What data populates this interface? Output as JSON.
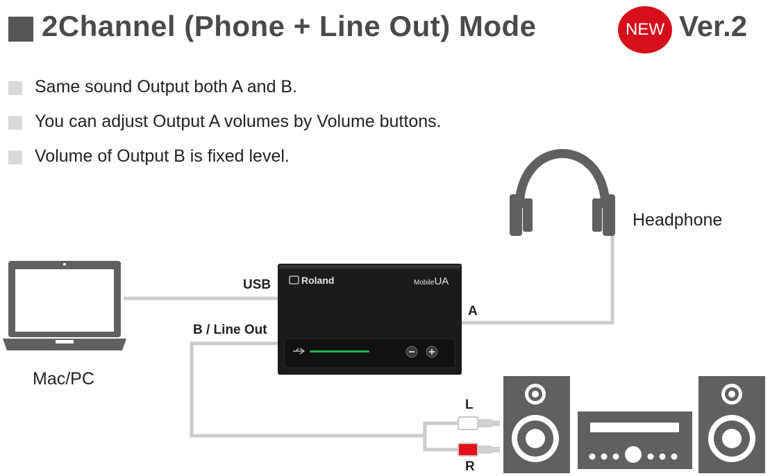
{
  "header": {
    "title": "2Channel (Phone + Line Out) Mode",
    "badge": "NEW",
    "version": "Ver.2"
  },
  "bullets": [
    "Same sound Output both A and B.",
    "You can adjust Output A volumes by Volume buttons.",
    "Volume of Output B is fixed level."
  ],
  "labels": {
    "headphone": "Headphone",
    "usb": "USB",
    "line_out": "B / Line Out",
    "output_a": "A",
    "computer": "Mac/PC",
    "left": "L",
    "right": "R"
  },
  "device": {
    "brand": "Roland",
    "model_prefix": "Mobile",
    "model": "UA"
  },
  "colors": {
    "badge_red": "#d6101b",
    "cable_gray": "#cccccc",
    "device_dark": "#1b1b1b",
    "indicator_green": "#22c55e",
    "equipment_gray": "#5f5f5f",
    "plug_red": "#e3101b"
  }
}
